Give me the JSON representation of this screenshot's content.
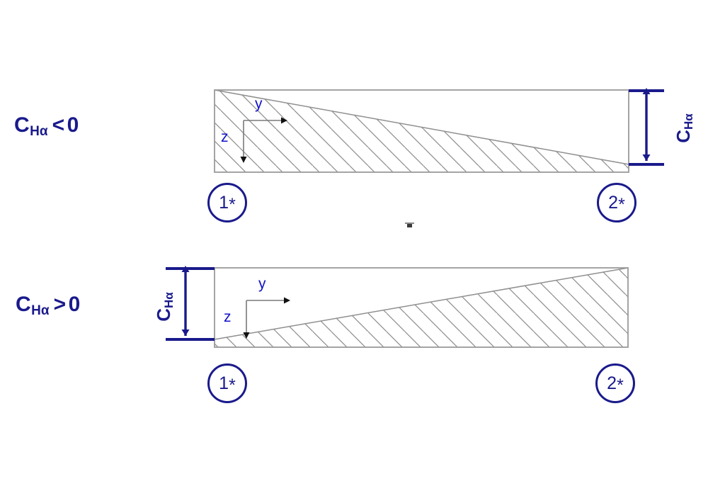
{
  "figure": {
    "title_hidden": "",
    "colors": {
      "navy": "#1a1a8c",
      "axis_blue": "#1212c8",
      "outline_gray": "#9a9a9a",
      "hatch_gray": "#8c8c8c",
      "arrow_black": "#000000",
      "background": "#ffffff"
    }
  },
  "panels": [
    {
      "id": "negative-camber",
      "condition_label": {
        "symbol": "C",
        "subscript": "Hα",
        "operator": "<",
        "value": "0",
        "full_text": "C_Hα < 0"
      },
      "dimension": {
        "symbol": "C",
        "subscript": "Hα",
        "full_text": "C_Hα",
        "side": "right"
      },
      "axes": {
        "horizontal_label": "y",
        "vertical_label": "z"
      },
      "stations": [
        {
          "label": "1",
          "star": "*",
          "full_text": "1*",
          "position": "left"
        },
        {
          "label": "2",
          "star": "*",
          "full_text": "2*",
          "position": "right"
        }
      ],
      "wedge_description": "hatched wedge thick at left, tapering to right"
    },
    {
      "id": "positive-camber",
      "condition_label": {
        "symbol": "C",
        "subscript": "Hα",
        "operator": ">",
        "value": "0",
        "full_text": "C_Hα > 0"
      },
      "dimension": {
        "symbol": "C",
        "subscript": "Hα",
        "full_text": "C_Hα",
        "side": "left"
      },
      "axes": {
        "horizontal_label": "y",
        "vertical_label": "z"
      },
      "stations": [
        {
          "label": "1",
          "star": "*",
          "full_text": "1*",
          "position": "left"
        },
        {
          "label": "2",
          "star": "*",
          "full_text": "2*",
          "position": "right"
        }
      ],
      "wedge_description": "hatched wedge thin at left, growing to right"
    }
  ]
}
